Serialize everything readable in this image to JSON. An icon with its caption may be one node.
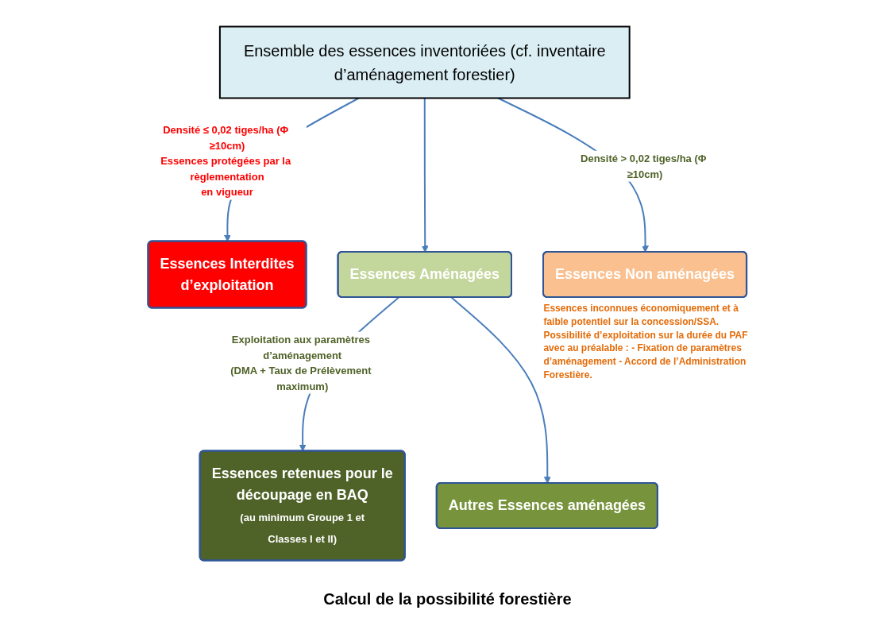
{
  "diagram": {
    "nodes": [
      {
        "text": [
          "Ensemble des essences inventoriées (cf. inventaire d’aménagement forestier)"
        ]
      },
      {
        "text": [
          "Essences Interdites d’exploitation"
        ]
      },
      {
        "text": [
          "Essences Aménagées"
        ]
      },
      {
        "text": [
          "Essences Non aménagées"
        ],
        "beside": [
          "Essences inconnues économiquement et à faible potentiel sur la concession/SSA. Possibilité d’exploitation sur la durée du PAF avec au préalable : - Fixation de paramètres d’aménagement - Accord de l’Administration Forestière."
        ]
      },
      {
        "text": [
          "Essences retenues pour le découpage en BAQ",
          "(au minimum Groupe 1 et Classes I et II)"
        ]
      },
      {
        "text": [
          "Autres Essences aménagées"
        ]
      }
    ],
    "edges": [
      {
        "from": 0,
        "to": 1,
        "arrow": "to",
        "label": "Densité ≤ 0,02 tiges/ha (Φ ≥10cm) Essences protégées par la règlementation en vigueur"
      },
      {
        "from": 0,
        "to": 2,
        "arrow": "to"
      },
      {
        "from": 0,
        "to": 3,
        "arrow": "to",
        "label": "Densité > 0,02 tiges/ha (Φ ≥10cm)"
      },
      {
        "from": 2,
        "to": 4,
        "arrow": "to",
        "label": "Exploitation aux paramètres d’aménagement (DMA + Taux de Prélèvement maximum)"
      },
      {
        "from": 2,
        "to": 5,
        "arrow": "to"
      }
    ],
    "labels": [
      "Calcul de la possibilité forestière"
    ]
  }
}
